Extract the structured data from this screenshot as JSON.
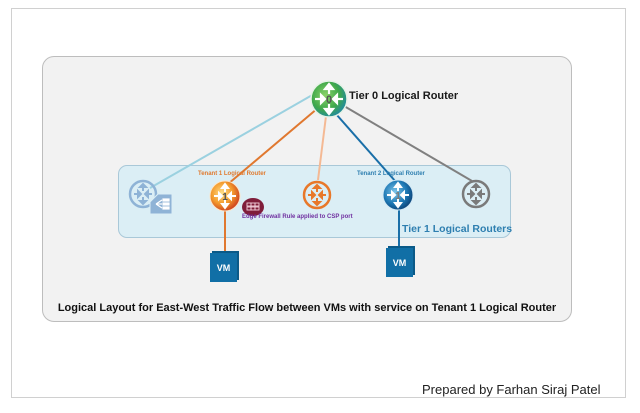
{
  "diagram": {
    "tier0": {
      "label": "Tier 0 Logical Router",
      "badge": "0",
      "colors": {
        "fill": "#4caf50",
        "accent": "#1e88a8"
      }
    },
    "tier1_group": {
      "title": "Tier 1 Logical Routers",
      "routers": [
        {
          "id": "t1-lb",
          "label": "",
          "style": "outline",
          "color": "#8fb3d6",
          "has_service_icon": true,
          "link_color": "#9bd1e0"
        },
        {
          "id": "tenant1",
          "label": "Tenant 1 Logical Router",
          "style": "filled-orange",
          "badge": "1",
          "color": "#e8782a",
          "link_color": "#e0782f"
        },
        {
          "id": "t1-orange",
          "label": "",
          "style": "outline",
          "color": "#e8782a",
          "link_color": "#f4b994"
        },
        {
          "id": "tenant2",
          "label": "Tenant 2 Logical Router",
          "style": "filled-blue",
          "badge": "1",
          "color": "#1a6fa8",
          "link_color": "#1a6fa8"
        },
        {
          "id": "t1-gray",
          "label": "",
          "style": "outline",
          "color": "#7a7a7a",
          "link_color": "#808080"
        }
      ]
    },
    "firewall": {
      "label": "Edge Firewall Rule applied to CSP port",
      "icon": "firewall-icon",
      "color": "#7f1d3a"
    },
    "vms": [
      {
        "label": "VM",
        "attached_to": "tenant1"
      },
      {
        "label": "VM",
        "attached_to": "tenant2"
      }
    ],
    "caption": "Logical Layout for East-West Traffic Flow between VMs with service on Tenant 1 Logical Router",
    "credit": "Prepared by Farhan Siraj Patel"
  }
}
